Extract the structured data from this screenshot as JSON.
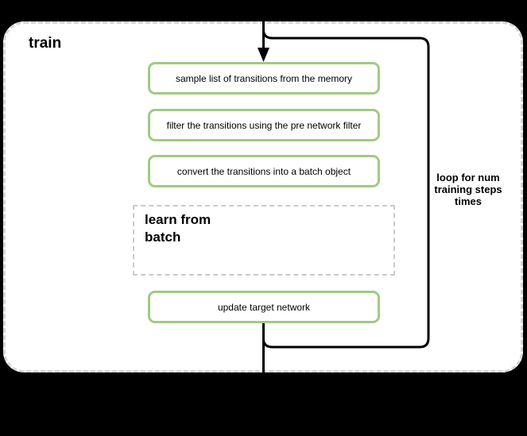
{
  "diagram": {
    "title": "train",
    "steps": [
      {
        "label": "sample list of transitions from the memory"
      },
      {
        "label": "filter the transitions using the pre network filter"
      },
      {
        "label": "convert the transitions into a batch object"
      }
    ],
    "learn_box": {
      "label": "learn from\nbatch"
    },
    "final_step": {
      "label": "update target network"
    },
    "loop_annotation": "loop for num\ntraining steps\ntimes",
    "colors": {
      "canvas_bg": "#000000",
      "container_fill": "#ffffff",
      "container_border": "#d6d6d6",
      "step_border": "#9ecc81",
      "step_fill": "#ffffff",
      "learn_border": "#c9c9c9",
      "loop_stroke": "#000000",
      "text_color": "#000000"
    }
  }
}
